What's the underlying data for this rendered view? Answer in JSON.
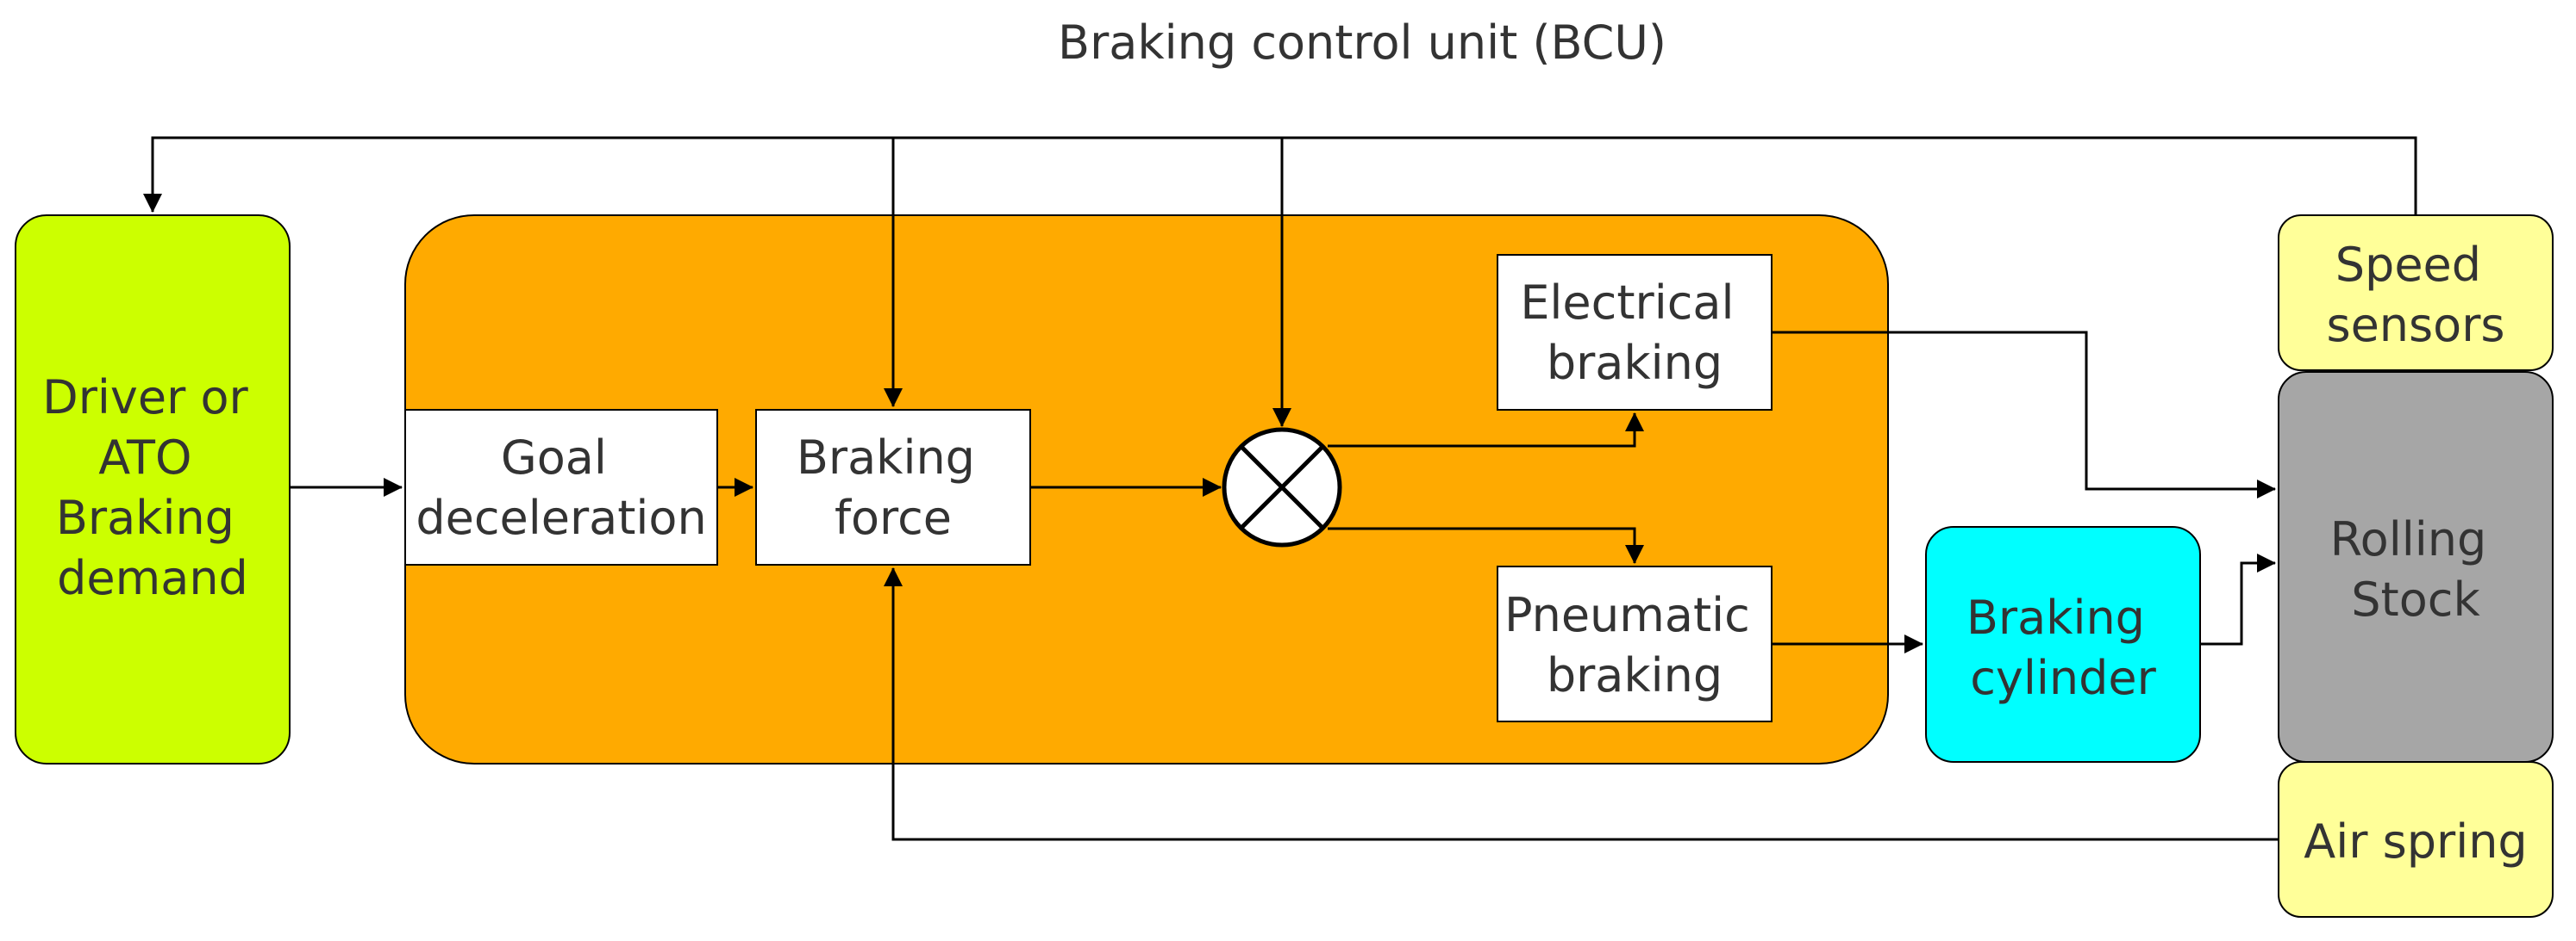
{
  "title": "Braking control unit (BCU)",
  "nodes": {
    "driver": {
      "lines": [
        "Driver or",
        "ATO",
        "Braking",
        "demand"
      ],
      "color": "#ccff00"
    },
    "bcu": {
      "color": "#ffaa00"
    },
    "goal": {
      "lines": [
        "Goal",
        "deceleration"
      ],
      "color": "#ffffff"
    },
    "force": {
      "lines": [
        "Braking",
        "force"
      ],
      "color": "#ffffff"
    },
    "summing": {
      "symbol": "circle-cross"
    },
    "electrical": {
      "lines": [
        "Electrical",
        "braking"
      ],
      "color": "#ffffff"
    },
    "pneumatic": {
      "lines": [
        "Pneumatic",
        "braking"
      ],
      "color": "#ffffff"
    },
    "cylinder": {
      "lines": [
        "Braking",
        "cylinder"
      ],
      "color": "#00ffff"
    },
    "speed": {
      "lines": [
        "Speed",
        "sensors"
      ],
      "color": "#ffff99"
    },
    "rolling": {
      "lines": [
        "Rolling",
        "Stock"
      ],
      "color": "#a6a6a6"
    },
    "air": {
      "lines": [
        "Air spring"
      ],
      "color": "#ffff99"
    }
  }
}
